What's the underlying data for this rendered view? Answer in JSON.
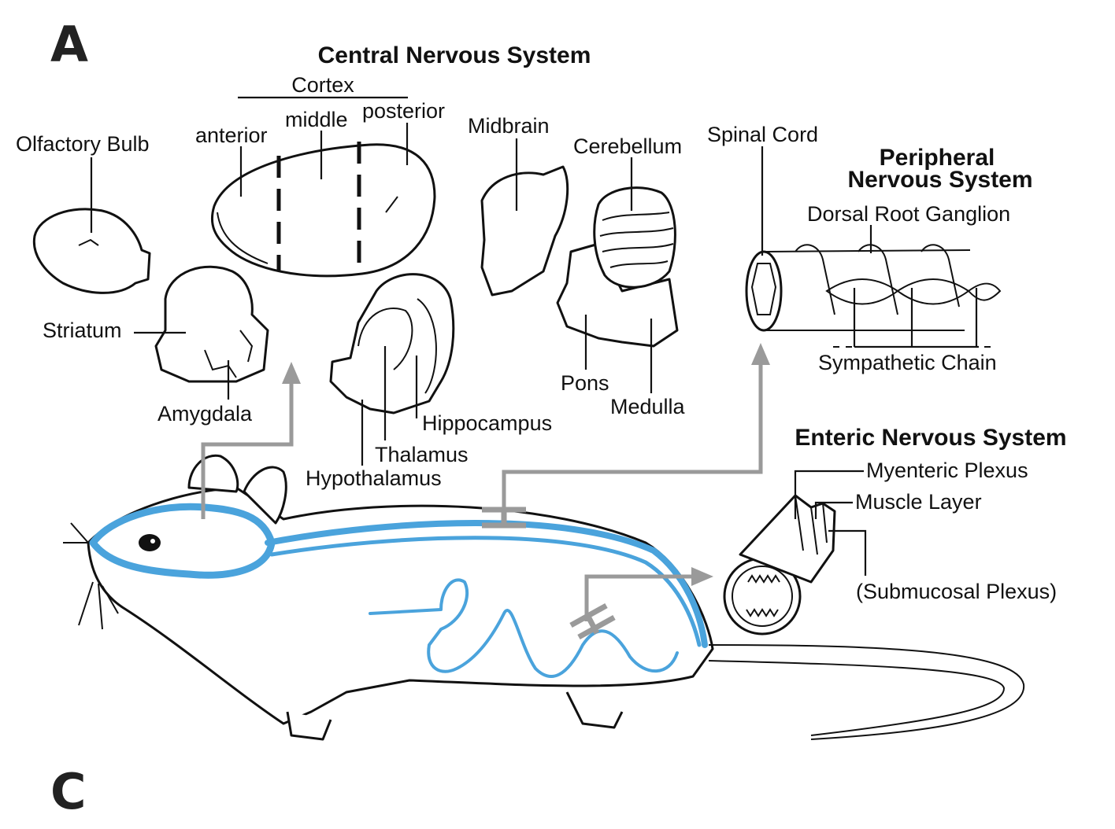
{
  "panels": {
    "top": "A",
    "bottom": "C"
  },
  "sections": {
    "cns": "Central Nervous System",
    "pns_line1": "Peripheral",
    "pns_line2": "Nervous System",
    "ens": "Enteric Nervous System"
  },
  "labels": {
    "cortex": "Cortex",
    "anterior": "anterior",
    "middle": "middle",
    "posterior": "posterior",
    "olfactory_bulb": "Olfactory Bulb",
    "midbrain": "Midbrain",
    "cerebellum": "Cerebellum",
    "spinal_cord": "Spinal Cord",
    "dorsal_root_ganglion": "Dorsal Root Ganglion",
    "sympathetic_chain": "Sympathetic Chain",
    "striatum": "Striatum",
    "amygdala": "Amygdala",
    "hippocampus": "Hippocampus",
    "thalamus": "Thalamus",
    "hypothalamus": "Hypothalamus",
    "pons": "Pons",
    "medulla": "Medulla",
    "myenteric_plexus": "Myenteric Plexus",
    "muscle_layer": "Muscle Layer",
    "submucosal_plexus": "(Submucosal Plexus)"
  },
  "colors": {
    "nervous_system_highlight": "#4aa3dc",
    "arrow": "#9a9a9a",
    "outline": "#111111"
  }
}
